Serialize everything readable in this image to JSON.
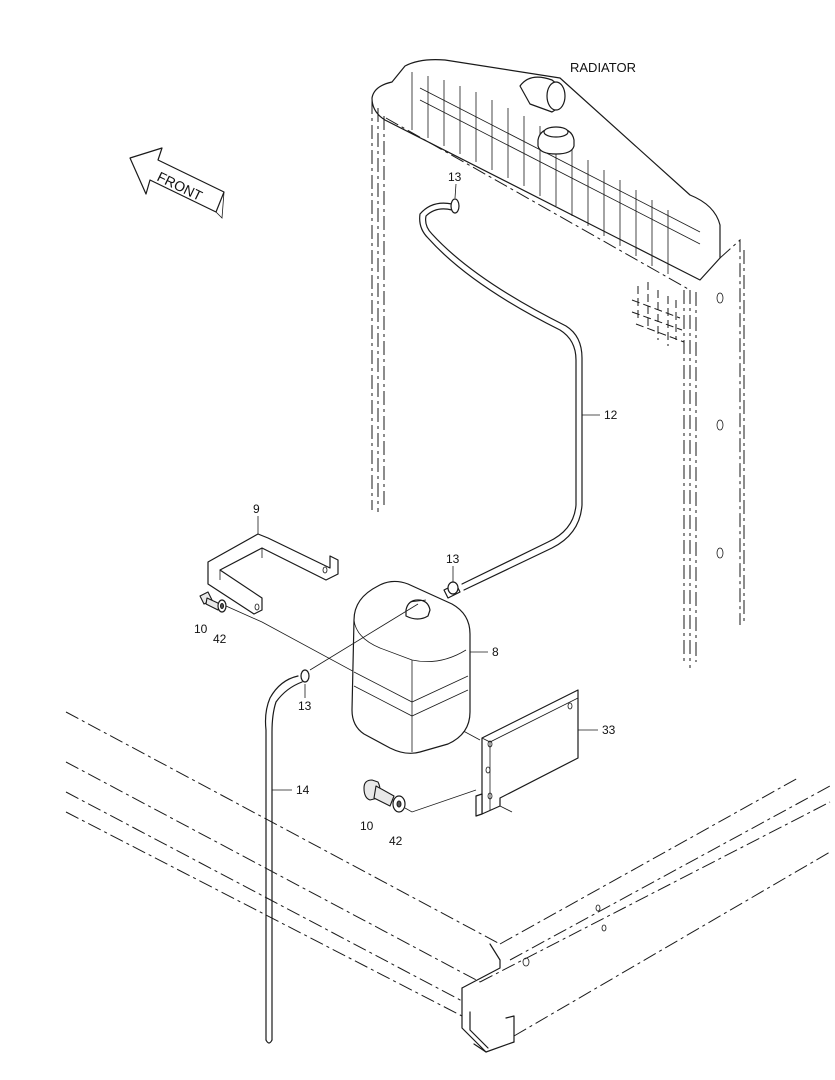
{
  "radiator_label": "RADIATOR",
  "front_label": "FRONT",
  "callouts": {
    "c13_top": "13",
    "c12": "12",
    "c9": "9",
    "c13_mid": "13",
    "c10_left": "10",
    "c42_left": "42",
    "c8": "8",
    "c13_low": "13",
    "c33": "33",
    "c14": "14",
    "c10_bottom": "10",
    "c42_bottom": "42"
  }
}
